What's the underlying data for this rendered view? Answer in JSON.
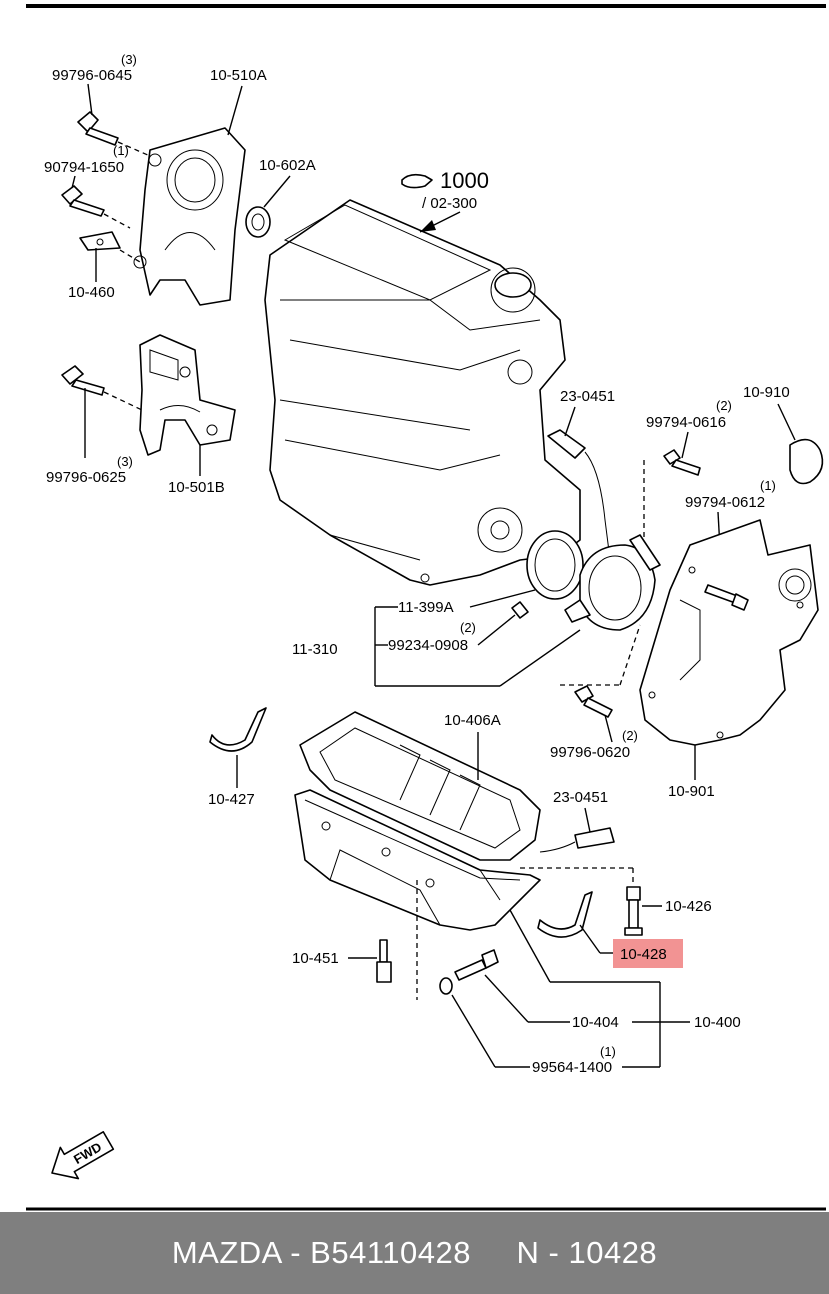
{
  "diagram": {
    "assembly_code": "1000",
    "assembly_sub": "/ 02-300",
    "fwd_label": "FWD",
    "highlight_color": "#f08080",
    "labels": {
      "p99796_0645": "99796-0645",
      "p99796_0645_qty": "(3)",
      "p10_510A": "10-510A",
      "p90794_1650": "90794-1650",
      "p90794_1650_qty": "(1)",
      "p10_602A": "10-602A",
      "p10_460": "10-460",
      "p99796_0625": "99796-0625",
      "p99796_0625_qty": "(3)",
      "p10_501B": "10-501B",
      "p23_0451_a": "23-0451",
      "p10_910": "10-910",
      "p99794_0616": "99794-0616",
      "p99794_0616_qty": "(2)",
      "p99794_0612": "99794-0612",
      "p99794_0612_qty": "(1)",
      "p11_399A": "11-399A",
      "p11_310": "11-310",
      "p99234_0908": "99234-0908",
      "p99234_0908_qty": "(2)",
      "p99796_0620": "99796-0620",
      "p99796_0620_qty": "(2)",
      "p10_427": "10-427",
      "p10_406A": "10-406A",
      "p23_0451_b": "23-0451",
      "p10_901": "10-901",
      "p10_426": "10-426",
      "p10_428": "10-428",
      "p10_451": "10-451",
      "p10_404": "10-404",
      "p10_400": "10-400",
      "p99564_1400": "99564-1400",
      "p99564_1400_qty": "(1)"
    }
  },
  "footer": {
    "text": "MAZDA - B54110428     N - 10428"
  }
}
